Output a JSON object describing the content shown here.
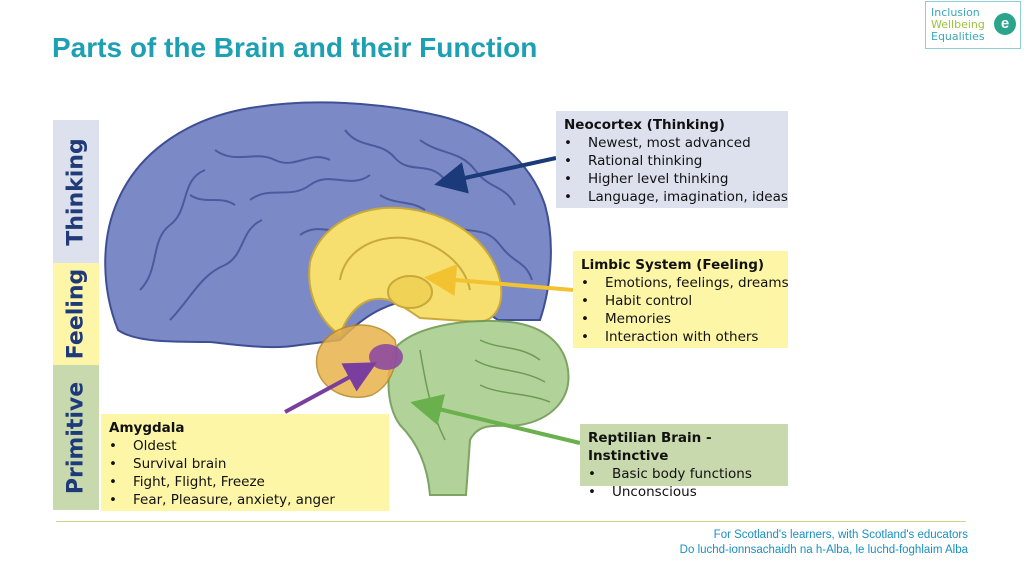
{
  "page": {
    "title": "Parts of the Brain and their Function"
  },
  "logo": {
    "line1": "Inclusion",
    "line2": "Wellbeing",
    "line3": "Equalities",
    "mark": "e"
  },
  "sidebar": {
    "thinking": "Thinking",
    "feeling": "Feeling",
    "primitive": "Primitive"
  },
  "neocortex": {
    "title": "Neocortex (Thinking)",
    "items": [
      "Newest, most advanced",
      "Rational thinking",
      "Higher level thinking",
      "Language, imagination, ideas"
    ]
  },
  "limbic": {
    "title": "Limbic System (Feeling)",
    "items": [
      "Emotions, feelings, dreams",
      "Habit control",
      "Memories",
      "Interaction with others"
    ]
  },
  "reptilian": {
    "title": "Reptilian Brain - Instinctive",
    "items": [
      "Basic body functions",
      "Unconscious"
    ]
  },
  "amygdala": {
    "title": "Amygdala",
    "items": [
      "Oldest",
      "Survival brain",
      "Fight, Flight, Freeze",
      "Fear, Pleasure, anxiety, anger"
    ]
  },
  "footer": {
    "line1": "For Scotland's learners, with Scotland's educators",
    "line2": "Do luchd-ionnsachaidh na h-Alba, le luchd-foghlaim Alba"
  },
  "colors": {
    "title": "#1ea0b4",
    "cortex": "#7b89c6",
    "limbic": "#f6df6f",
    "reptilian": "#a9cf8e",
    "amygdala": "#8d4a9e",
    "arrow_neocortex": "#1a3a7a",
    "arrow_limbic": "#f2c230",
    "arrow_reptilian": "#6ab04c",
    "arrow_amygdala": "#7a3f9e"
  }
}
